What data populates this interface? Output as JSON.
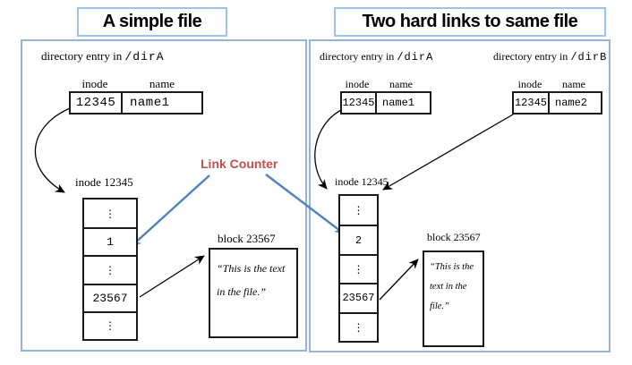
{
  "titles": {
    "left": "A simple file",
    "right": "Two hard links to same file"
  },
  "left_panel": {
    "dir_entry": {
      "prefix": "directory entry in",
      "path": "/dirA"
    },
    "entry_table": {
      "col_inode": "inode",
      "col_name": "name",
      "inode": "12345",
      "name": "name1"
    },
    "inode_box_label": "inode 12345",
    "inode_cells": [
      "⋮",
      "1",
      "⋮",
      "23567",
      "⋮"
    ],
    "link_counter": "Link Counter",
    "block_label": "block 23567",
    "block_text": "“This is the text in the file.”"
  },
  "right_panel": {
    "dir_entry_a": {
      "prefix": "directory entry in",
      "path": "/dirA"
    },
    "dir_entry_b": {
      "prefix": "directory entry in",
      "path": "/dirB"
    },
    "entry_table_a": {
      "col_inode": "inode",
      "col_name": "name",
      "inode": "12345",
      "name": "name1"
    },
    "entry_table_b": {
      "col_inode": "inode",
      "col_name": "name",
      "inode": "12345",
      "name": "name2"
    },
    "inode_box_label": "inode 12345",
    "inode_cells": [
      "⋮",
      "2",
      "⋮",
      "23567",
      "⋮"
    ],
    "block_label": "block 23567",
    "block_text": "“This is the text in the file.”"
  },
  "colors": {
    "panel_border": "#95B3D7",
    "title_border": "#9DC3E6",
    "link_counter_red": "#C0504D",
    "arrow_blue": "#4F81BD",
    "diagram_black": "#1a1a1a"
  }
}
